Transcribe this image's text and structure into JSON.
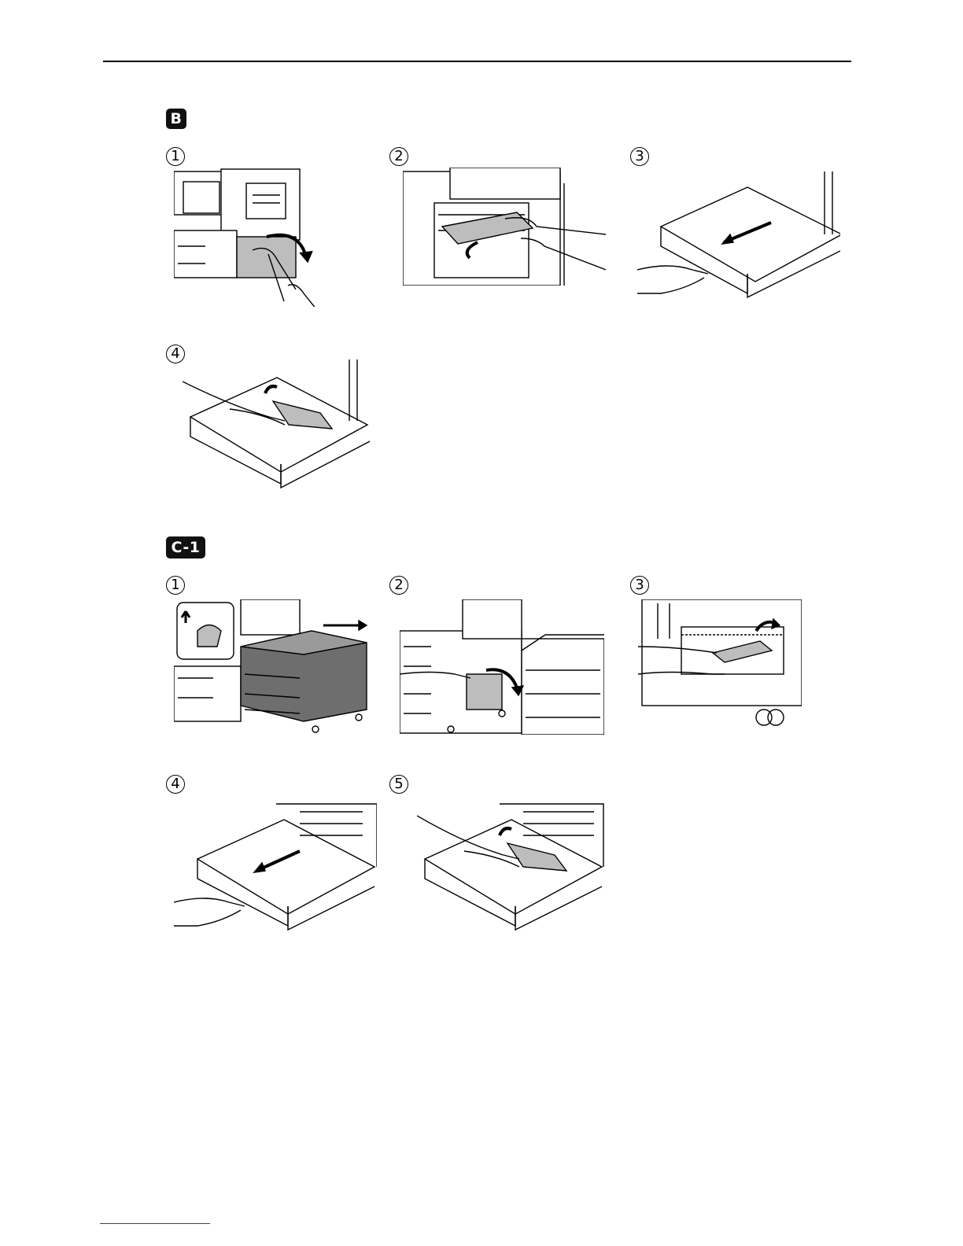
{
  "sections": [
    {
      "badge": "B",
      "steps": [
        {
          "number": "1"
        },
        {
          "number": "2"
        },
        {
          "number": "3"
        },
        {
          "number": "4"
        }
      ]
    },
    {
      "badge": "C-1",
      "steps": [
        {
          "number": "1"
        },
        {
          "number": "2"
        },
        {
          "number": "3"
        },
        {
          "number": "4"
        },
        {
          "number": "5"
        }
      ]
    }
  ]
}
